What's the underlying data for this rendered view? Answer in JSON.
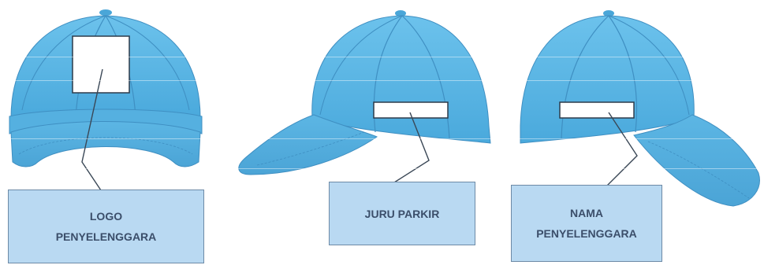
{
  "colors": {
    "cap_fill": "#5cb8e6",
    "cap_shade": "#4aa6d8",
    "cap_seam": "#3f8fc2",
    "cap_highlight": "#8fd0f0",
    "patch_fill": "#ffffff",
    "patch_stroke": "#2d3b4a",
    "label_fill": "#b9d9f2",
    "label_text": "#3b4e6a",
    "leader_line": "#3a4756"
  },
  "views": [
    {
      "name": "front",
      "label_lines": [
        "LOGO",
        "PENYELENGGARA"
      ]
    },
    {
      "name": "side",
      "label_lines": [
        "JURU PARKIR"
      ]
    },
    {
      "name": "back",
      "label_lines": [
        "NAMA",
        "PENYELENGGARA"
      ]
    }
  ]
}
